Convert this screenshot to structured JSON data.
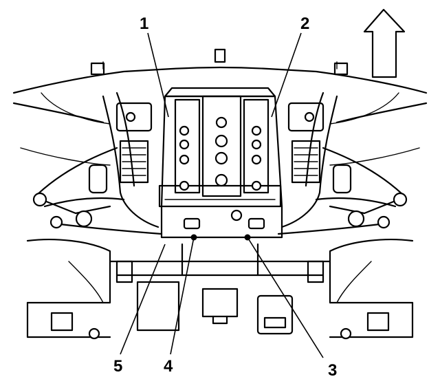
{
  "diagram": {
    "callouts": [
      {
        "id": "c1",
        "label": "1"
      },
      {
        "id": "c2",
        "label": "2"
      },
      {
        "id": "c3",
        "label": "3"
      },
      {
        "id": "c4",
        "label": "4"
      },
      {
        "id": "c5",
        "label": "5"
      }
    ],
    "orientation_arrow": "up-arrow-icon"
  }
}
